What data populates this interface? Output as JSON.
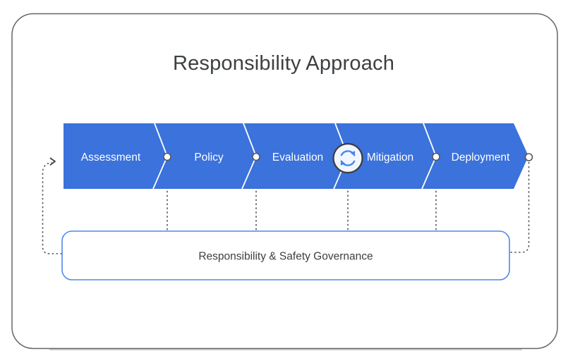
{
  "title": "Responsibility Approach",
  "pipeline": {
    "stages": [
      {
        "label": "Assessment"
      },
      {
        "label": "Policy"
      },
      {
        "label": "Evaluation"
      },
      {
        "label": "Mitigation"
      },
      {
        "label": "Deployment"
      }
    ],
    "loop_icon": "refresh-cycle-icon"
  },
  "governance": {
    "label": "Responsibility & Safety Governance"
  },
  "colors": {
    "arrow_band_blue": "#3b72db",
    "governance_border_blue": "#4f87ee",
    "refresh_arrow_blue": "#4285f4",
    "connector_gray": "#55585c",
    "text_dark_gray": "#3c4043",
    "frame_gray": "#63676b",
    "stage_text_white": "#ffffff"
  }
}
